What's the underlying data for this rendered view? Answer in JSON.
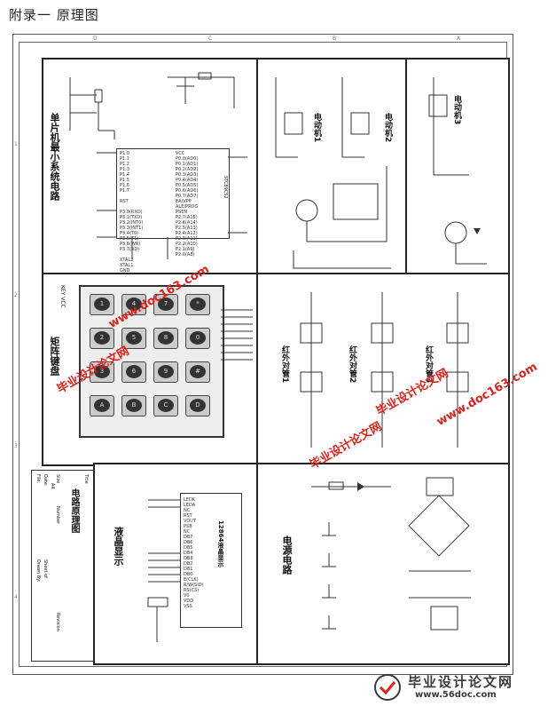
{
  "page": {
    "heading": "附录一 原理图"
  },
  "panels": {
    "mcu": {
      "label": "单片机最小系统电路"
    },
    "motor1": {
      "label1": "电动机1",
      "label2": "电动机2"
    },
    "motor3": {
      "label": "电动机3"
    },
    "keypad": {
      "label": "矩阵键盘",
      "side_label": "KEY VCC"
    },
    "sensors": {
      "label1": "红外对管1",
      "label2": "红外对管2",
      "label3": "红外对管3"
    },
    "lcd": {
      "label": "液晶显示",
      "chip": "12864液晶显示"
    },
    "power": {
      "label": "电源电路"
    }
  },
  "mcu_chip": {
    "name": "STC89C52",
    "pins_left": "P1.0\nP1.1\nP1.2\nP1.3\nP1.4\nP1.5\nP1.6\nP1.7\n\nRST\n\nP3.0(RXD)\nP3.1(TXD)\nP3.2(INT0)\nP3.3(INT1)\nP3.4(T0)\nP3.5(T1)\nP3.6(WR)\nP3.7(RD)\n\nXTAL2\nXTAL1\nGND",
    "pins_right": "VCC\nP0.0(AD0)\nP0.1(AD1)\nP0.2(AD2)\nP0.3(AD3)\nP0.4(AD4)\nP0.5(AD5)\nP0.6(AD6)\nP0.7(AD7)\nEA/VPP\nALE/PROG\nPSEN\nP2.7(A15)\nP2.6(A14)\nP2.5(A13)\nP2.4(A12)\nP2.3(A11)\nP2.2(A10)\nP2.1(A9)\nP2.0(A8)"
  },
  "keypad_keys": [
    "1",
    "4",
    "7",
    "*",
    "2",
    "5",
    "8",
    "0",
    "3",
    "6",
    "9",
    "#",
    "A",
    "B",
    "C",
    "D"
  ],
  "lcd_pins": "LEDK\nLEDA\nNC\nRST\nVOUT\nPSB\nNC\nDB7\nDB6\nDB5\nDB4\nDB3\nDB2\nDB1\nDB0\nE(CLK)\nR/W(SID)\nRS(CS)\nV0\nVDD\nVSS",
  "title_block": {
    "title_label": "Title",
    "title": "电路原理图",
    "size_label": "Size",
    "size": "A4",
    "number_label": "Number",
    "revision_label": "Revision",
    "date_label": "Date:",
    "file_label": "File:",
    "sheet_label": "Sheet of",
    "drawn_label": "Drawn By:"
  },
  "grid": {
    "top": [
      "D",
      "C",
      "B",
      "A"
    ],
    "side": [
      "1",
      "2",
      "3",
      "4"
    ]
  },
  "watermarks": {
    "wm_text": "毕业设计论文网",
    "wm_url": "www.doc163.com",
    "logo_title": "毕业设计论文网",
    "logo_url": "www.56doc.com"
  },
  "colors": {
    "watermark": "#e0201a",
    "logo_bg": "#3a3a3a"
  }
}
